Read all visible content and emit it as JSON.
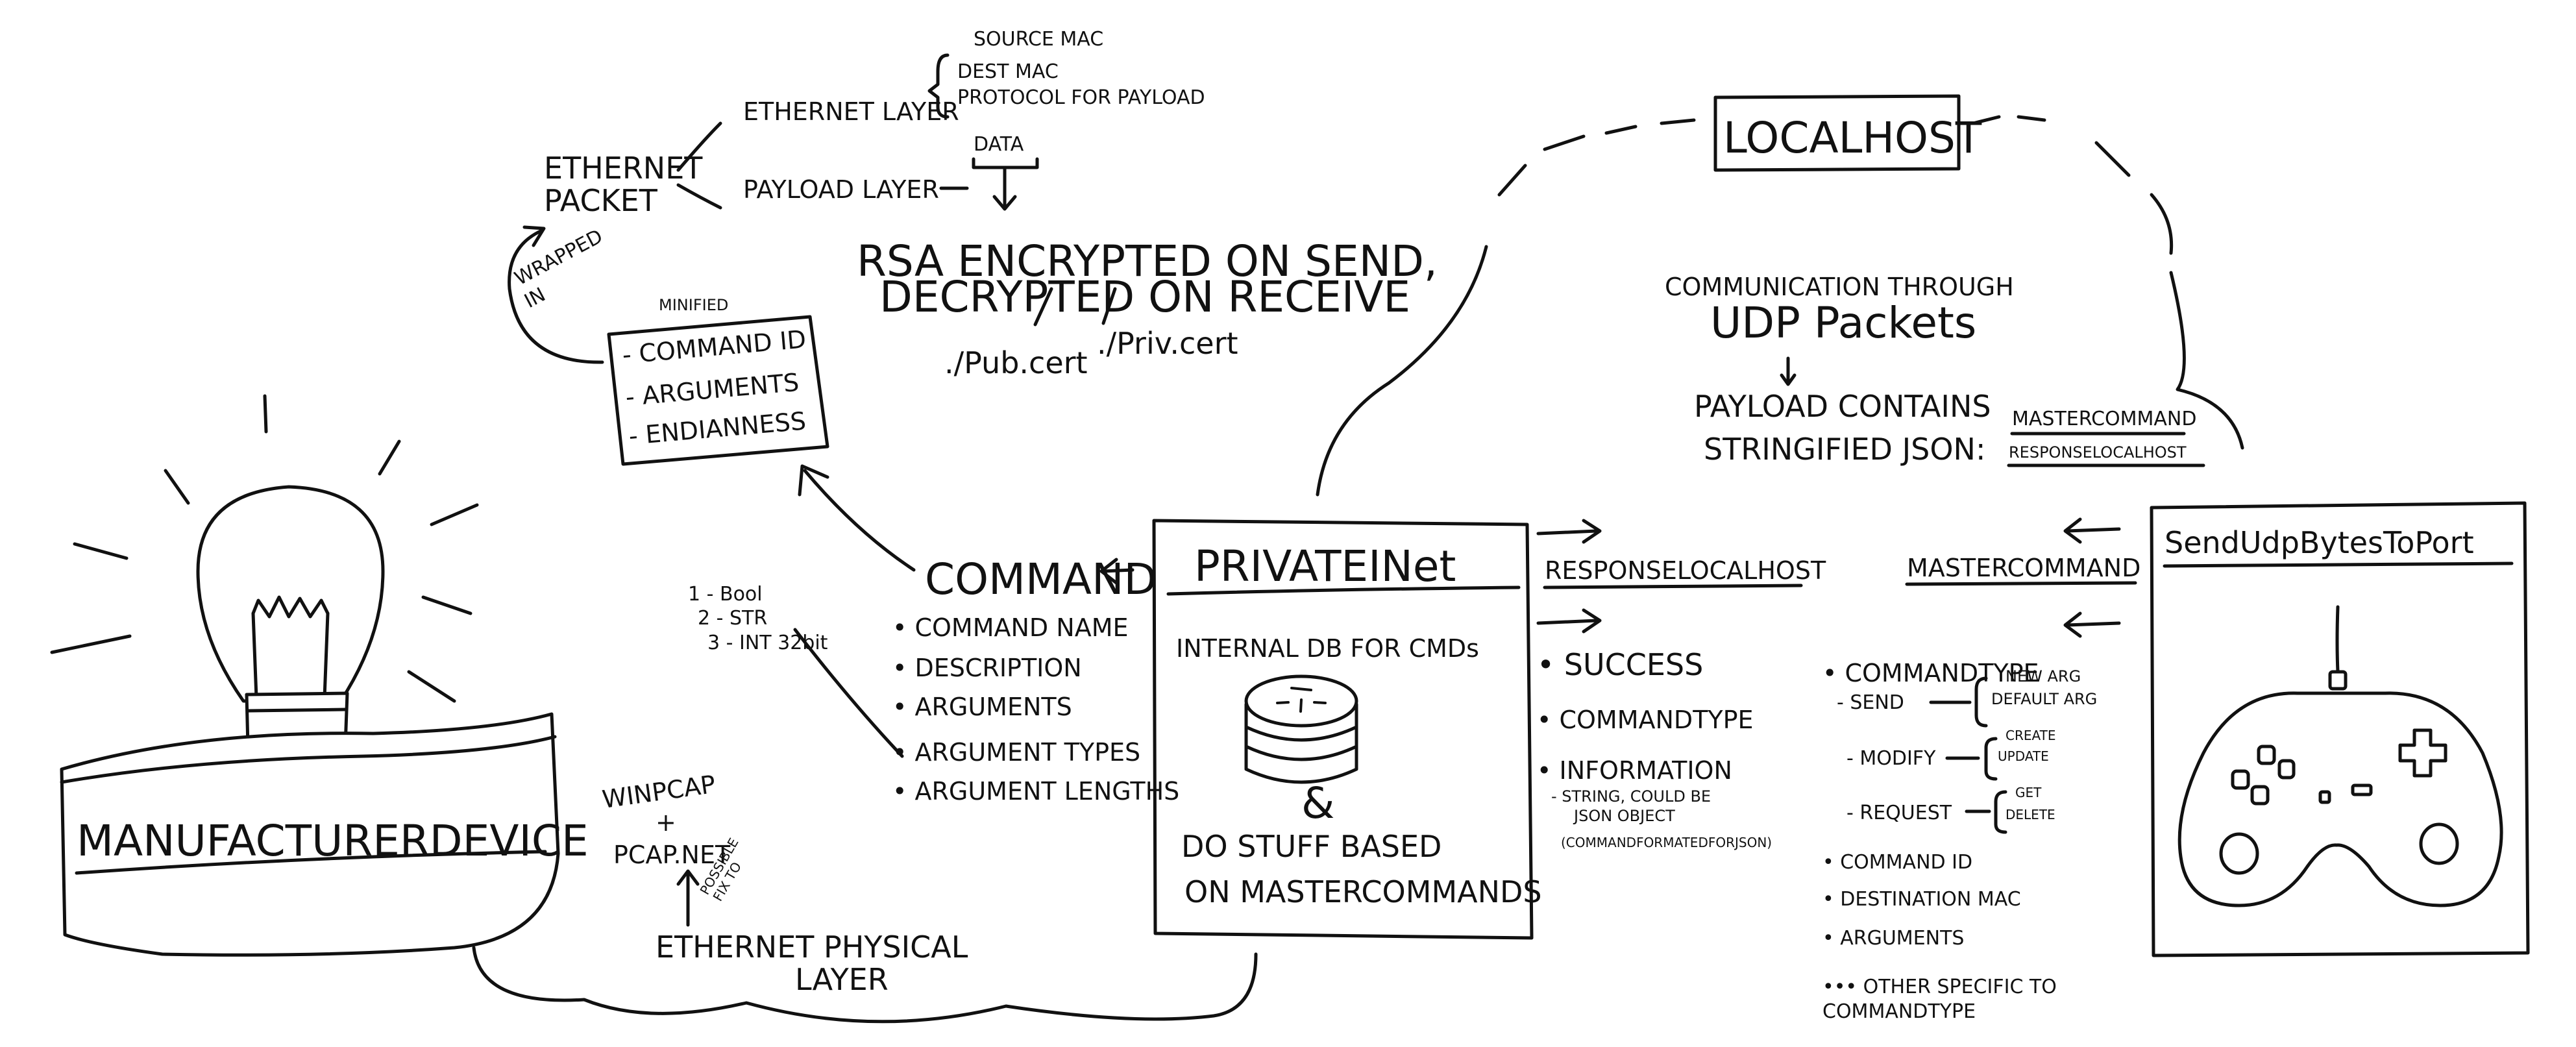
{
  "ethernet_packet": {
    "title_line1": "ETHERNET",
    "title_line2": "PACKET",
    "ethernet_layer": "ETHERNET LAYER",
    "ethernet_fields": [
      "SOURCE MAC",
      "DEST MAC",
      "PROTOCOL FOR PAYLOAD"
    ],
    "payload_layer": "PAYLOAD LAYER",
    "data": "DATA",
    "rsa_line1": "RSA  ENCRYPTED ON SEND,",
    "rsa_line2": "DECRYPTED ON RECEIVE",
    "pub_cert": "./Pub.cert",
    "priv_cert": "./Priv.cert",
    "wrapped_line1": "WRAPPED",
    "wrapped_line2": "IN"
  },
  "minified_box": {
    "label": "MINIFIED",
    "items": [
      "- COMMAND ID",
      "- ARGUMENTS",
      "- ENDIANNESS"
    ]
  },
  "type_list": [
    "1 - Bool",
    "2 - STR",
    "3 - INT 32bit"
  ],
  "command": {
    "title": "COMMAND",
    "fields": [
      "• COMMAND NAME",
      "• DESCRIPTION",
      "• ARGUMENTS",
      "• ARGUMENT TYPES",
      "• ARGUMENT LENGTHS"
    ]
  },
  "device": {
    "title": "MANUFACTURERDEVICE"
  },
  "pcap": {
    "line1": "WINPCAP",
    "line2": "+",
    "line3": "PCAP.NET",
    "note_line1": "POSSIBLE",
    "note_line2": "FIX TO"
  },
  "physical_layer": {
    "line1": "ETHERNET PHYSICAL",
    "line2": "LAYER"
  },
  "private_inet": {
    "title": "PRIVATEINet",
    "line1": "INTERNAL DB FOR CMDs",
    "amp": "&",
    "line2": "DO STUFF BASED",
    "line3": "ON MASTERCOMMANDS"
  },
  "localhost": {
    "label": "LOCALHOST",
    "comm_line1": "COMMUNICATION THROUGH",
    "comm_line2": "UDP Packets",
    "payload_line1": "PAYLOAD CONTAINS",
    "payload_line2": "STRINGIFIED JSON:",
    "json_types": [
      "MASTERCOMMAND",
      "RESPONSELOCALHOST"
    ]
  },
  "response_localhost": {
    "title": "RESPONSELOCALHOST",
    "fields": [
      "• SUCCESS",
      "• COMMANDTYPE",
      "• INFORMATION"
    ],
    "info_note_line1": "- STRING, COULD BE",
    "info_note_line2": "JSON OBJECT",
    "info_note_line3": "(COMMANDFORMATEDFORJSON)"
  },
  "master_command": {
    "title": "MASTERCOMMAND",
    "command_type": "• COMMANDTYPE",
    "send": "- SEND",
    "send_opts": [
      "NEW ARG",
      "DEFAULT ARG"
    ],
    "modify": "- MODIFY",
    "modify_opts": [
      "CREATE",
      "UPDATE"
    ],
    "request": "- REQUEST",
    "request_opts": [
      "GET",
      "DELETE"
    ],
    "fields": [
      "• COMMAND ID",
      "• DESTINATION MAC",
      "• ARGUMENTS"
    ],
    "other_line1": "••• OTHER SPECIFIC TO",
    "other_line2": "COMMANDTYPE"
  },
  "sender": {
    "title": "SendUdpBytesToPort"
  },
  "colors": {
    "ink": "#111111",
    "background": "#ffffff"
  }
}
